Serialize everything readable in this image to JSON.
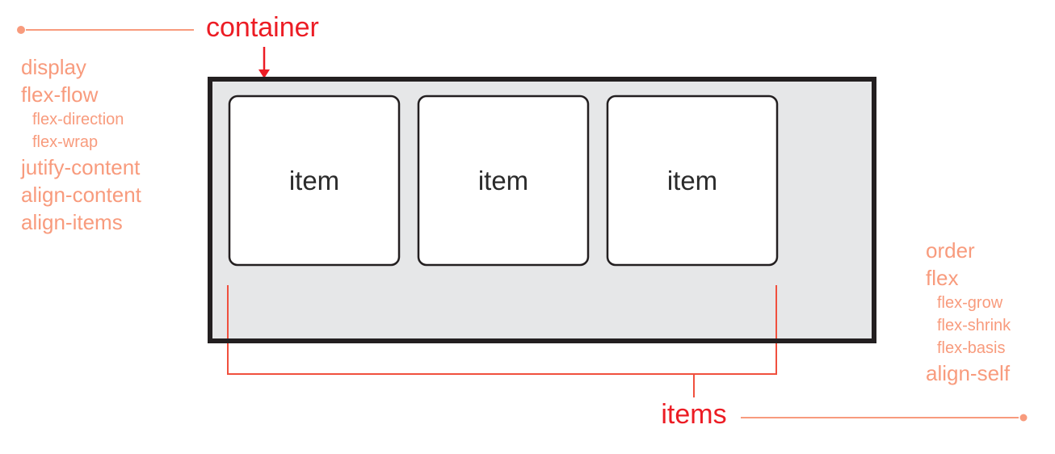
{
  "colors": {
    "red": "#EC1C24",
    "salmon": "#F89B7D",
    "bracket_red": "#F0503E",
    "container_fill": "#E6E7E8",
    "border_dark": "#231F20",
    "item_text": "#2B2B2B"
  },
  "labels": {
    "container": "container",
    "items": "items"
  },
  "flex_container": {
    "items": [
      {
        "label": "item"
      },
      {
        "label": "item"
      },
      {
        "label": "item"
      }
    ]
  },
  "container_properties": [
    {
      "label": "display",
      "sub": false
    },
    {
      "label": "flex-flow",
      "sub": false
    },
    {
      "label": "flex-direction",
      "sub": true
    },
    {
      "label": "flex-wrap",
      "sub": true
    },
    {
      "label": "jutify-content",
      "sub": false
    },
    {
      "label": "align-content",
      "sub": false
    },
    {
      "label": "align-items",
      "sub": false
    }
  ],
  "item_properties": [
    {
      "label": "order",
      "sub": false
    },
    {
      "label": "flex",
      "sub": false
    },
    {
      "label": "flex-grow",
      "sub": true
    },
    {
      "label": "flex-shrink",
      "sub": true
    },
    {
      "label": "flex-basis",
      "sub": true
    },
    {
      "label": "align-self",
      "sub": false
    }
  ]
}
